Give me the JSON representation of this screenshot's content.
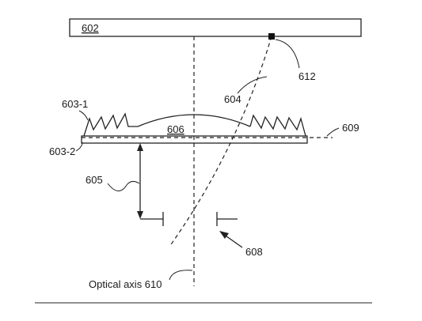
{
  "labels": {
    "display": "602",
    "lens_side_upper": "603-1",
    "lens_side_lower": "603-2",
    "light_ray": "604",
    "distance": "605",
    "lens_center": "606",
    "aperture": "608",
    "lens_plane": "609",
    "optical_axis": "Optical axis  610",
    "pixel": "612"
  }
}
